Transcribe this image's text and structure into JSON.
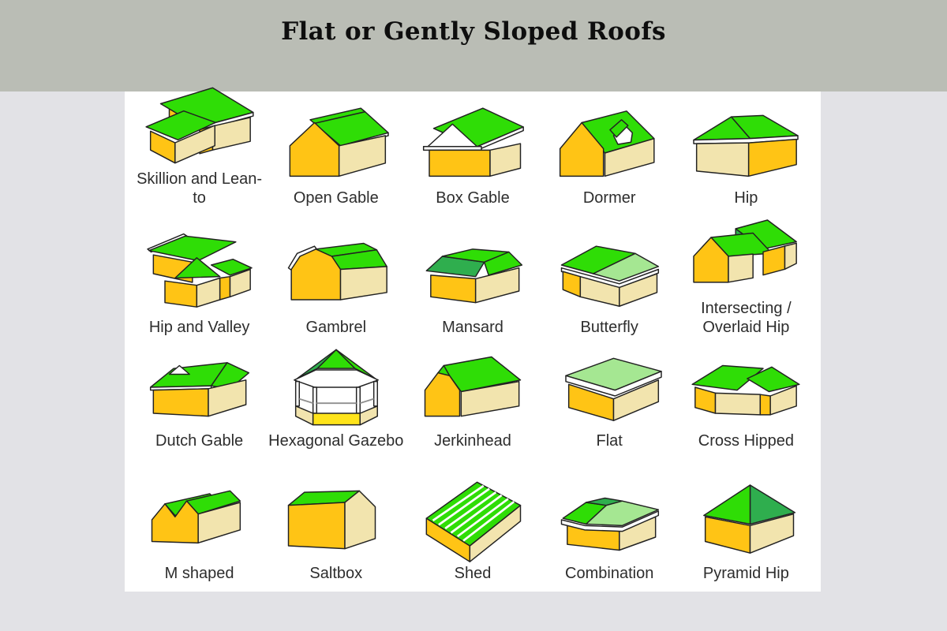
{
  "header": {
    "title": "Flat or Gently Sloped Roofs"
  },
  "palette": {
    "header_bg": "#babdb5",
    "page_bg": "#e2e2e6",
    "panel_bg": "#ffffff",
    "roof_green": "#2fdd06",
    "roof_green_dark": "#2fae4e",
    "roof_green_light": "#a5e792",
    "wall_gold": "#ffc415",
    "wall_pale": "#f2e4ae",
    "wall_yellow": "#ffe41a",
    "trim_white": "#ffffff",
    "outline": "#222222",
    "label_color": "#2d2d2d"
  },
  "grid": {
    "items": [
      {
        "label": "Skillion and Lean-to"
      },
      {
        "label": "Open Gable"
      },
      {
        "label": "Box Gable"
      },
      {
        "label": "Dormer"
      },
      {
        "label": "Hip"
      },
      {
        "label": "Hip and Valley"
      },
      {
        "label": "Gambrel"
      },
      {
        "label": "Mansard"
      },
      {
        "label": "Butterfly"
      },
      {
        "label": "Intersecting / Overlaid Hip"
      },
      {
        "label": "Dutch Gable"
      },
      {
        "label": "Hexagonal Gazebo"
      },
      {
        "label": "Jerkinhead"
      },
      {
        "label": "Flat"
      },
      {
        "label": "Cross Hipped"
      },
      {
        "label": "M shaped"
      },
      {
        "label": "Saltbox"
      },
      {
        "label": "Shed"
      },
      {
        "label": "Combination"
      },
      {
        "label": "Pyramid Hip"
      }
    ]
  }
}
